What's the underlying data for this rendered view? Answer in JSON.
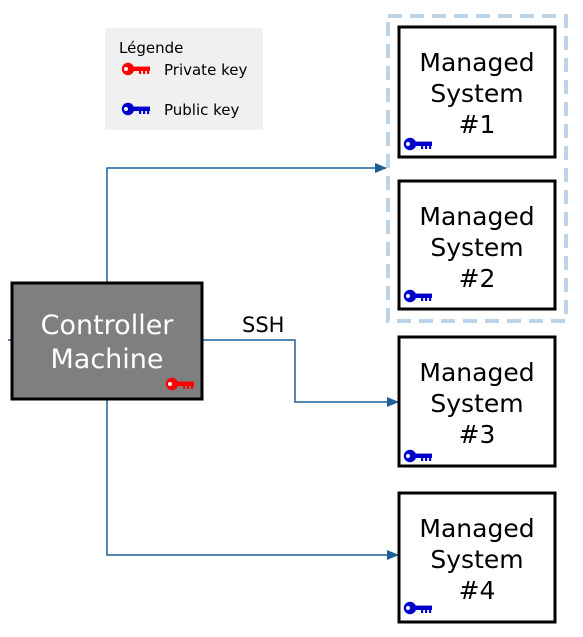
{
  "legend": {
    "title": "Légende",
    "private_key_label": "Private key",
    "public_key_label": "Public key"
  },
  "controller": {
    "line1": "Controller",
    "line2": "Machine"
  },
  "connection_label": "SSH",
  "managed_systems": [
    {
      "line1": "Managed",
      "line2": "System",
      "line3": "#1"
    },
    {
      "line1": "Managed",
      "line2": "System",
      "line3": "#2"
    },
    {
      "line1": "Managed",
      "line2": "System",
      "line3": "#3"
    },
    {
      "line1": "Managed",
      "line2": "System",
      "line3": "#4"
    }
  ],
  "colors": {
    "private_key": "#ff0000",
    "public_key": "#0000cc",
    "controller_fill": "#7f7f7f",
    "arrow": "#1f5f99",
    "group_border": "#bcd3e8",
    "legend_bg": "#f0f0f0"
  },
  "icons": {
    "private_key": "key-icon",
    "public_key": "key-icon"
  }
}
